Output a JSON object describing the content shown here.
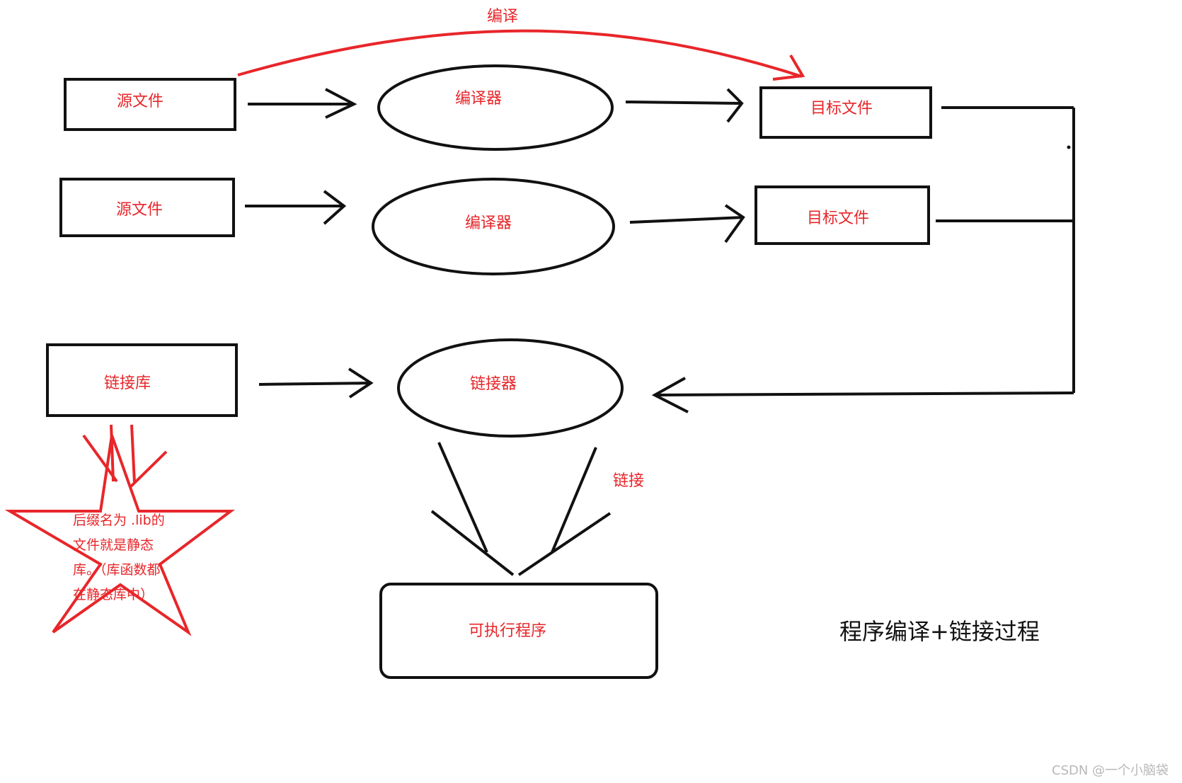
{
  "diagram": {
    "nodes": {
      "source1": "源文件",
      "compiler1": "编译器",
      "object1": "目标文件",
      "source2": "源文件",
      "compiler2": "编译器",
      "object2": "目标文件",
      "library": "链接库",
      "linker": "链接器",
      "executable": "可执行程序"
    },
    "edge_labels": {
      "compile": "编译",
      "link": "链接"
    },
    "note_lines": [
      "后缀名为 .lib的",
      "文件就是静态",
      "库。（库函数都",
      "在静态库中）"
    ],
    "caption": "程序编译+链接过程"
  },
  "watermark": "CSDN @一个小脑袋",
  "colors": {
    "stroke": "#111111",
    "accent": "#e8262a",
    "watermark": "#b8b8b8"
  }
}
